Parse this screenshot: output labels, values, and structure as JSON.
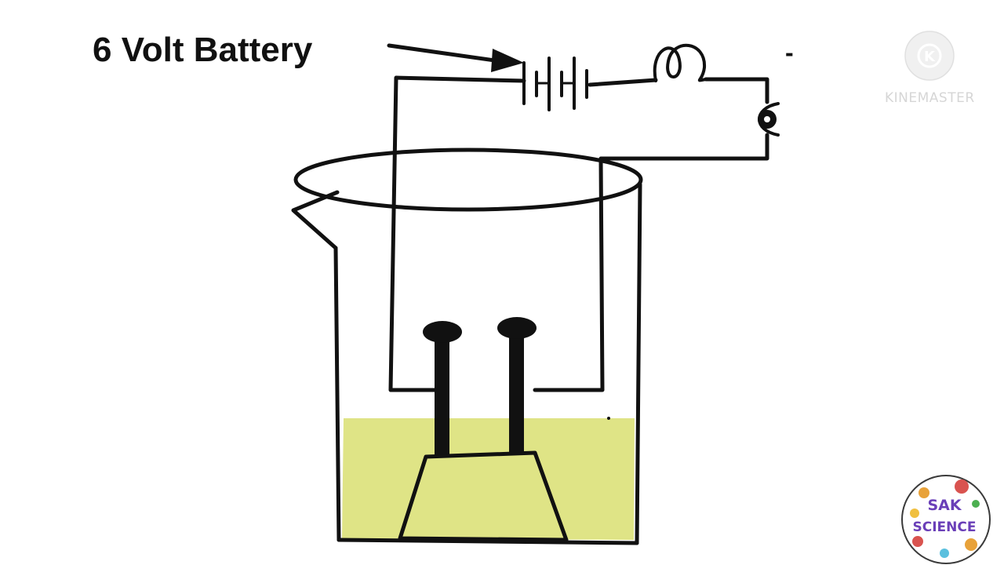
{
  "diagram": {
    "label": "6 Volt Battery",
    "minus_sign": "-",
    "colors": {
      "ink": "#111111",
      "solution": "#dfe486",
      "watermark": "#d6d6d6",
      "logo_text": "#6a3fb8"
    }
  },
  "watermark": {
    "brand": "KINEMASTER",
    "icon_letter": "K"
  },
  "channel_logo": {
    "line1": "SAK",
    "line2": "SCIENCE"
  }
}
